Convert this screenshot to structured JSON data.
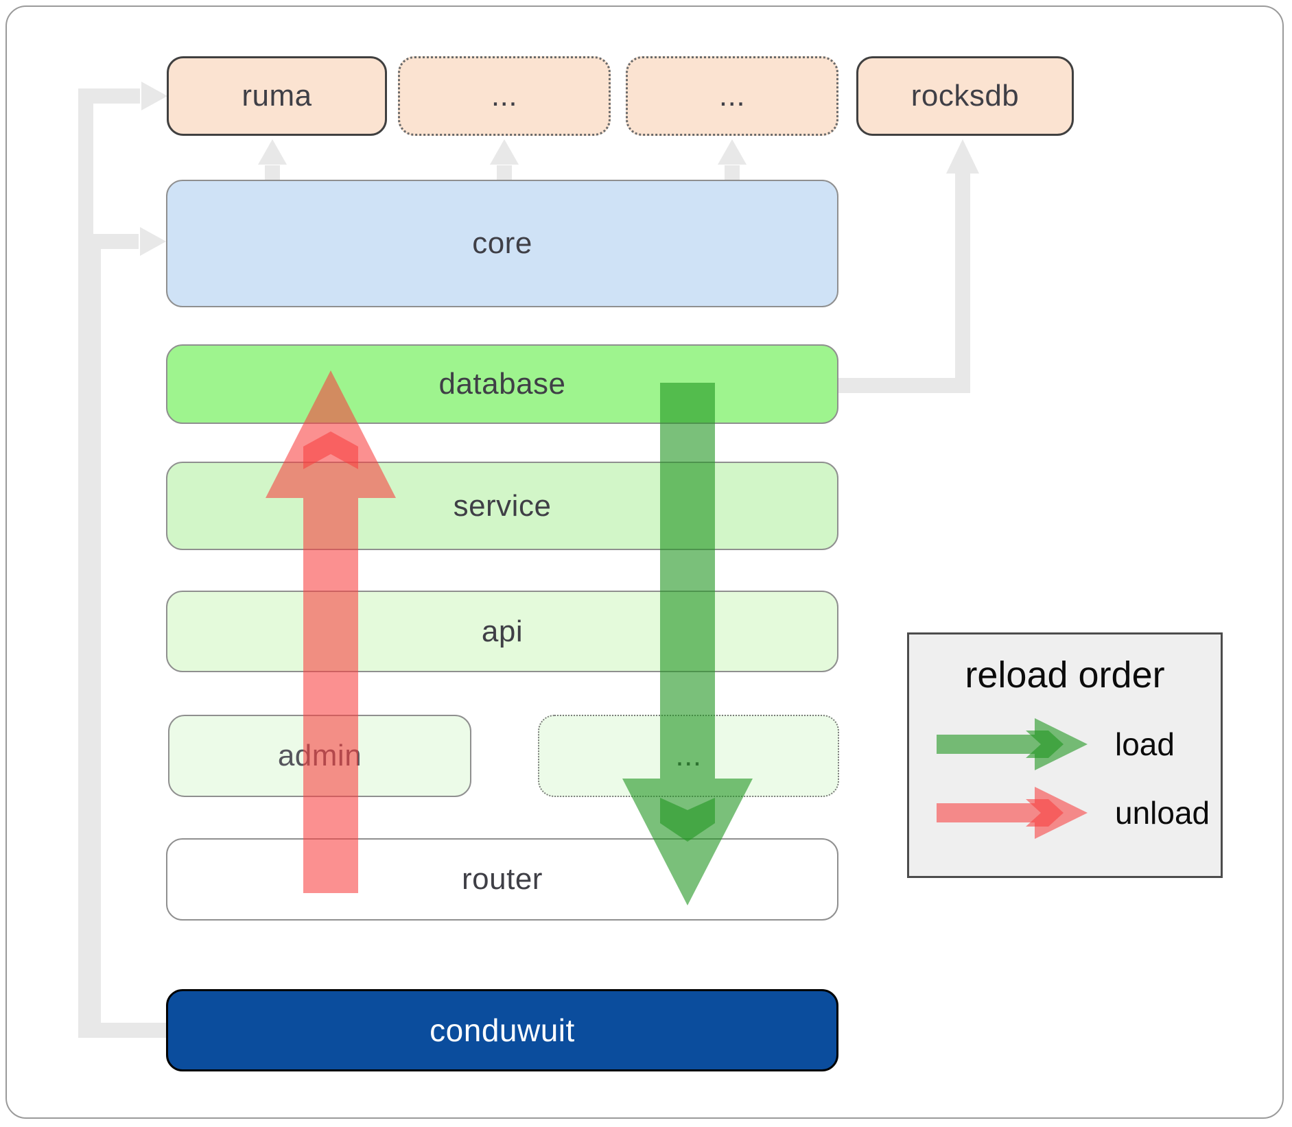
{
  "boxes": {
    "ruma": {
      "label": "ruma"
    },
    "ellipsis_top_1": {
      "label": "..."
    },
    "ellipsis_top_2": {
      "label": "..."
    },
    "rocksdb": {
      "label": "rocksdb"
    },
    "core": {
      "label": "core"
    },
    "database": {
      "label": "database"
    },
    "service": {
      "label": "service"
    },
    "api": {
      "label": "api"
    },
    "admin": {
      "label": "admin"
    },
    "ellipsis_mid": {
      "label": "..."
    },
    "router": {
      "label": "router"
    },
    "conduwuit": {
      "label": "conduwuit"
    }
  },
  "legend": {
    "title": "reload order",
    "items": [
      {
        "label": "load",
        "color": "#229622"
      },
      {
        "label": "unload",
        "color": "#f84040"
      }
    ]
  },
  "colors": {
    "peach_fill": "#fbe3d1",
    "core_blue": "#cfe2f6",
    "database_green": "#9ef48e",
    "service_green": "#d2f6c8",
    "api_green": "#e4fadb",
    "admin_green": "#ecfbe8",
    "router_fill": "#ffffff",
    "conduwuit_blue": "#0b4d9d",
    "connector_gray": "#e8e8e8",
    "load_arrow_green": "#229622",
    "unload_arrow_red": "#f84040"
  }
}
